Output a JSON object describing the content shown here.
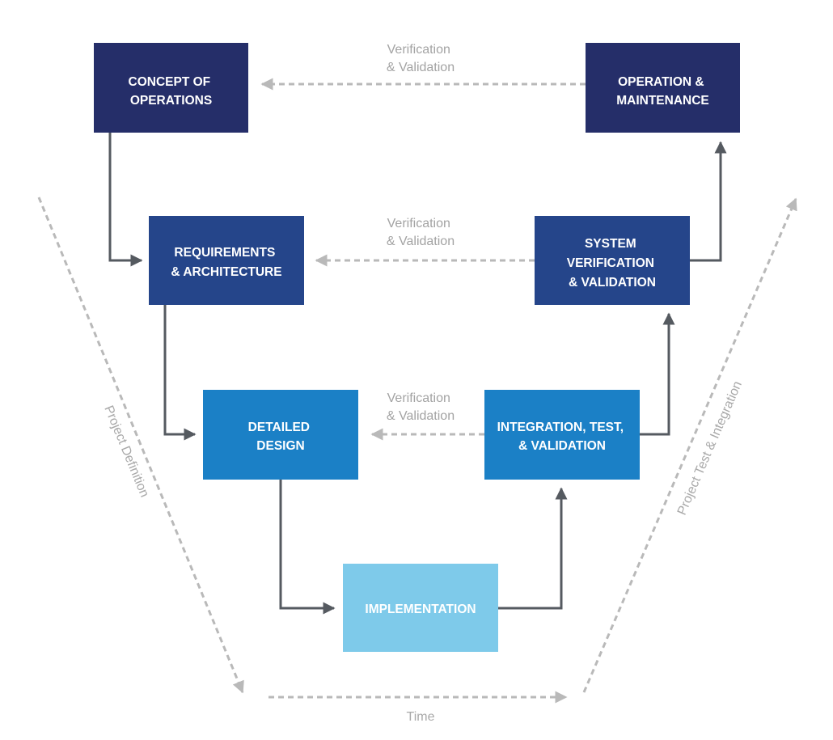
{
  "colors": {
    "navy": "#252e69",
    "blue": "#25458a",
    "mid_blue": "#1b80c6",
    "light_blue": "#7ecaea",
    "connector": "#555a60",
    "dashed": "#b9b9b9",
    "label_text": "#a3a3a3"
  },
  "boxes": {
    "concept": {
      "lines": [
        "CONCEPT OF",
        "OPERATIONS"
      ]
    },
    "operation": {
      "lines": [
        "OPERATION &",
        "MAINTENANCE"
      ]
    },
    "requirements": {
      "lines": [
        "REQUIREMENTS",
        "& ARCHITECTURE"
      ]
    },
    "system_vv": {
      "lines": [
        "SYSTEM",
        "VERIFICATION",
        "& VALIDATION"
      ]
    },
    "detailed": {
      "lines": [
        "DETAILED",
        "DESIGN"
      ]
    },
    "integration": {
      "lines": [
        "INTEGRATION, TEST,",
        "& VALIDATION"
      ]
    },
    "implementation": {
      "lines": [
        "IMPLEMENTATION"
      ]
    }
  },
  "vv_labels": {
    "top": [
      "Verification",
      "& Validation"
    ],
    "middle": [
      "Verification",
      "& Validation"
    ],
    "bottom": [
      "Verification",
      "& Validation"
    ]
  },
  "axis_labels": {
    "left": "Project Definition",
    "right": "Project Test & Integration",
    "bottom": "Time"
  }
}
